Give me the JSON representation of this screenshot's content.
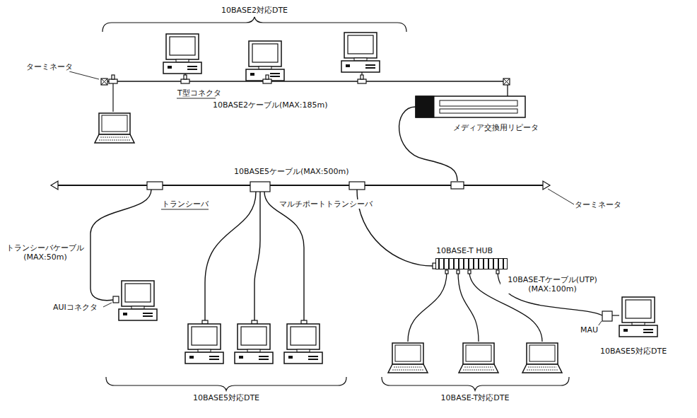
{
  "diagram": {
    "nodes": [
      {
        "text": [
          "10BASE-T HUB"
        ]
      }
    ],
    "labels": [
      "10BASE2対応DTE",
      "ターミネータ",
      "T型コネクタ",
      "10BASE2ケーブル(MAX:185m)",
      "メディア交換用リピータ",
      "10BASE5ケーブル(MAX:500m)",
      "トランシーバ",
      "マルチポートトランシーバ",
      "ターミネータ",
      "トランシーバケーブル (MAX:50m)",
      "AUIコネクタ",
      "10BASE-Tケーブル(UTP) (MAX:100m)",
      "MAU",
      "10BASE5対応DTE",
      "10BASE5対応DTE",
      "10BASE-T対応DTE"
    ]
  }
}
